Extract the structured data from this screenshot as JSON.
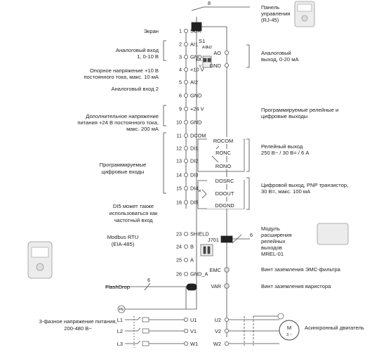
{
  "left_terminals": [
    {
      "num": "1",
      "name": "SCR"
    },
    {
      "num": "2",
      "name": "AI1"
    },
    {
      "num": "3",
      "name": "GND"
    },
    {
      "num": "4",
      "name": "+10 V"
    },
    {
      "num": "5",
      "name": "AI2"
    },
    {
      "num": "6",
      "name": "GND"
    },
    {
      "num": "9",
      "name": "+24 V"
    },
    {
      "num": "10",
      "name": "GND"
    },
    {
      "num": "11",
      "name": "DCOM"
    },
    {
      "num": "12",
      "name": "DI1"
    },
    {
      "num": "13",
      "name": "DI2"
    },
    {
      "num": "14",
      "name": "DI3"
    },
    {
      "num": "15",
      "name": "DI4"
    },
    {
      "num": "16",
      "name": "DI5"
    },
    {
      "num": "23",
      "name": "SHIELD"
    },
    {
      "num": "24",
      "name": "B"
    },
    {
      "num": "25",
      "name": "A"
    },
    {
      "num": "26",
      "name": "GND_A"
    }
  ],
  "left_labels": [
    {
      "id": "screen",
      "lines": [
        "Экран"
      ]
    },
    {
      "id": "ai1",
      "lines": [
        "Аналоговый вход",
        "1, 0-10 В"
      ]
    },
    {
      "id": "ref10",
      "lines": [
        "Опорное напряжение +10 В",
        "постоянного тока, макс. 10 мА"
      ]
    },
    {
      "id": "ai2",
      "lines": [
        "Аналоговый вход 2"
      ]
    },
    {
      "id": "aux24",
      "lines": [
        "Дополнительное напряжение",
        "питания +24 В постоянного тока,",
        "макс. 200 мА"
      ]
    },
    {
      "id": "dinputs",
      "lines": [
        "Программируемые",
        "цифровые входы"
      ]
    },
    {
      "id": "di5",
      "lines": [
        "DI5 может также",
        "использоваться как",
        "частотный вход"
      ]
    },
    {
      "id": "modbus",
      "lines": [
        "Modbus RTU",
        "(EIA-485)"
      ]
    },
    {
      "id": "power",
      "lines": [
        "3-фазное напряжение питания,",
        "200-480 В~"
      ]
    }
  ],
  "switch_s1": {
    "title": "S1",
    "ai1": "AI1",
    "ai2": "AI2",
    "ma": "mA",
    "v": "V"
  },
  "jumper": "J701",
  "right_terminals": [
    {
      "id": "ao",
      "name": "AO"
    },
    {
      "id": "gnd",
      "name": "GND"
    },
    {
      "id": "rocom",
      "name": "ROCOM"
    },
    {
      "id": "ronc",
      "name": "RONC"
    },
    {
      "id": "rono",
      "name": "RONO"
    },
    {
      "id": "dosrc",
      "name": "DOSRC"
    },
    {
      "id": "doout",
      "name": "DOOUT"
    },
    {
      "id": "dognd",
      "name": "DOGND"
    }
  ],
  "right_labels": [
    {
      "id": "panel",
      "lines": [
        "Панель",
        "управления",
        "(RJ-45)"
      ]
    },
    {
      "id": "ao",
      "lines": [
        "Аналоговый",
        "выход, 0-20 мА"
      ]
    },
    {
      "id": "relays",
      "lines": [
        "Программируемые релейные и",
        "цифровые выходы"
      ]
    },
    {
      "id": "relay",
      "lines": [
        "Релейный выход",
        "250 В~ / 30 В= / 6 А"
      ]
    },
    {
      "id": "digout",
      "lines": [
        "Цифровой выход, PNP транзистор,",
        "30 В=, макс. 100 мА"
      ]
    },
    {
      "id": "module",
      "lines": [
        "Модуль",
        "расширения",
        "релейных",
        "выходов",
        "MREL-01"
      ]
    },
    {
      "id": "emc",
      "lines": [
        "Винт заземления ЭМС-фильтра"
      ]
    },
    {
      "id": "var",
      "lines": [
        "Винт заземления варистора"
      ]
    },
    {
      "id": "motor",
      "lines": [
        "Асинхронный двигатель"
      ]
    }
  ],
  "screws": {
    "emc": "EMC",
    "var": "VAR"
  },
  "flashdrop": "FlashDrop",
  "cable_counts": {
    "panel": "8",
    "module": "6",
    "flashdrop": "6"
  },
  "power_inputs": [
    {
      "line": "L1",
      "terminal": "U1"
    },
    {
      "line": "L2",
      "terminal": "V1"
    },
    {
      "line": "L3",
      "terminal": "W1"
    }
  ],
  "pe": "PE",
  "motor_outputs": [
    "U2",
    "V2",
    "W2"
  ],
  "motor_symbol": {
    "letter": "M",
    "phases": "3 ~"
  }
}
